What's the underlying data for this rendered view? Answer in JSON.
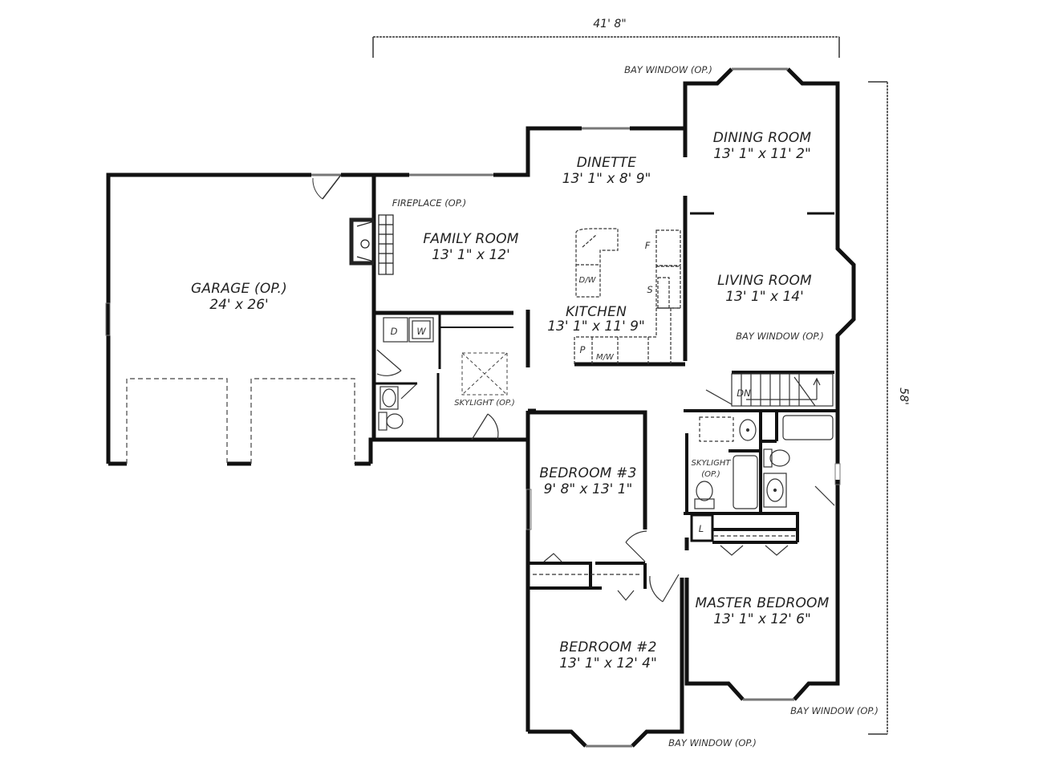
{
  "plan": {
    "overall_width": "41' 8\"",
    "overall_depth": "58'",
    "rooms": {
      "garage": {
        "name": "GARAGE (OP.)",
        "dims": "24' x 26'"
      },
      "family_room": {
        "name": "FAMILY ROOM",
        "dims": "13' 1\" x 12'"
      },
      "dinette": {
        "name": "DINETTE",
        "dims": "13' 1\" x 8' 9\""
      },
      "dining_room": {
        "name": "DINING ROOM",
        "dims": "13' 1\" x 11' 2\""
      },
      "kitchen": {
        "name": "KITCHEN",
        "dims": "13' 1\" x 11' 9\""
      },
      "living_room": {
        "name": "LIVING ROOM",
        "dims": "13' 1\" x 14'"
      },
      "bedroom3": {
        "name": "BEDROOM #3",
        "dims": "9' 8\" x 13' 1\""
      },
      "bedroom2": {
        "name": "BEDROOM #2",
        "dims": "13' 1\" x 12' 4\""
      },
      "master_bedroom": {
        "name": "MASTER BEDROOM",
        "dims": "13' 1\" x 12' 6\""
      }
    },
    "annotations": {
      "fireplace": "FIREPLACE (OP.)",
      "bay_window_dining": "BAY WINDOW (OP.)",
      "bay_window_living": "BAY WINDOW (OP.)",
      "bay_window_master": "BAY WINDOW (OP.)",
      "bay_window_bedroom2": "BAY WINDOW (OP.)",
      "skylight_hall": "SKYLIGHT (OP.)",
      "skylight_bath_1": "SKYLIGHT",
      "skylight_bath_2": "(OP.)"
    },
    "fixtures": {
      "dryer": "D",
      "washer": "W",
      "dishwasher": "D/W",
      "fridge": "F",
      "sink": "S",
      "pantry": "P",
      "microwave": "M/W",
      "stairs_down": "DN",
      "linen": "L"
    },
    "colors": {
      "wall": "#111111",
      "line": "#333333",
      "background": "#ffffff"
    }
  }
}
